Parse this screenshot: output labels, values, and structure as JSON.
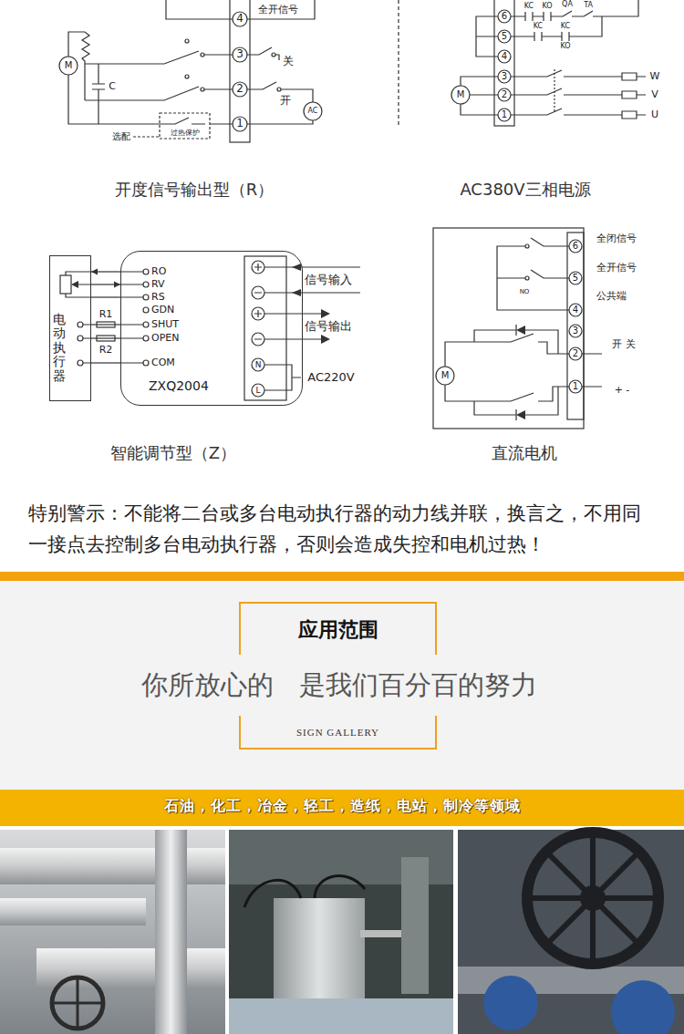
{
  "diagram": {
    "nodes": [
      {
        "text": [
          "电动执行器"
        ]
      },
      {
        "text": [
          "ZXQ2004"
        ]
      },
      {
        "text": [
          "应用范围",
          "SIGN GALLERY"
        ]
      },
      {
        "text": [
          "石油，化工，冶金，轻工，造纸，电站，制冷等领域"
        ]
      }
    ],
    "edges": [
      {
        "from": 1,
        "to": 0,
        "arrow": "to"
      },
      {
        "from": 0,
        "to": 1,
        "arrow": "to"
      },
      {
        "from": 0,
        "to": 1,
        "arrow": "none"
      },
      {
        "from": 0,
        "to": 1,
        "label": "R1",
        "arrow": "none"
      },
      {
        "from": 0,
        "to": 1,
        "label": "R2",
        "arrow": "none"
      },
      {
        "from": 0,
        "to": 1,
        "arrow": "none"
      }
    ],
    "labels": [
      "4",
      "全开信号",
      "3",
      "关",
      "2",
      "开",
      "AC",
      "1",
      "M",
      "C",
      "选配",
      "过热保护",
      "开度信号输出型（R）",
      "6",
      "KC",
      "KO",
      "QA",
      "TA",
      "5",
      "KC",
      "KC",
      "KO",
      "4",
      "3",
      "2",
      "1",
      "W",
      "V",
      "U",
      "M",
      "AC380V三相电源",
      "RO",
      "RV",
      "RS",
      "GDN",
      "SHUT",
      "OPEN",
      "COM",
      "信号输入",
      "信号输出",
      "AC220V",
      "N",
      "L",
      "智能调节型（Z）",
      "全闭信号",
      "6",
      "全开信号",
      "5",
      "NO",
      "公共端",
      "4",
      "3",
      "开 关",
      "2",
      "+ -",
      "1",
      "M",
      "直流电机",
      "特别警示：不能将二台或多台电动执行器的动力线并联，换言之，不用同一接点去控制多台电动执行器，否则会造成失控和电机过热！",
      "你所放心的   是我们百分百的努力"
    ]
  }
}
